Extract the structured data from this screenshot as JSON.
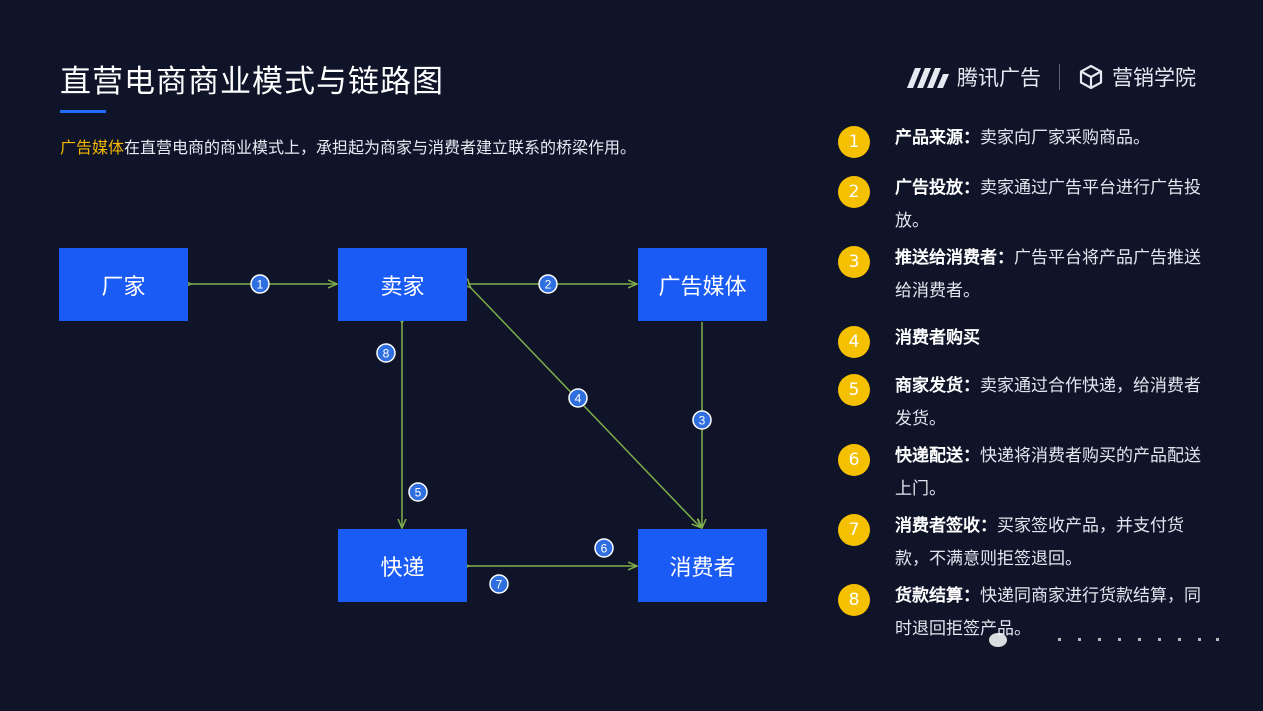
{
  "title": "直营电商商业模式与链路图",
  "logos": {
    "tencent_ads": "腾讯广告",
    "marketing_academy": "营销学院"
  },
  "subtitle": {
    "highlight": "广告媒体",
    "rest": "在直营电商的商业模式上，承担起为商家与消费者建立联系的桥梁作用。"
  },
  "nodes": {
    "manufacturer": "厂家",
    "seller": "卖家",
    "ad_media": "广告媒体",
    "courier": "快递",
    "consumer": "消费者"
  },
  "edge_labels": {
    "e1": "1",
    "e2": "2",
    "e3": "3",
    "e4": "4",
    "e5": "5",
    "e6": "6",
    "e7": "7",
    "e8": "8"
  },
  "steps": [
    {
      "num": "1",
      "title": "产品来源",
      "desc": "卖家向厂家采购商品。"
    },
    {
      "num": "2",
      "title": "广告投放",
      "desc": "卖家通过广告平台进行广告投放。"
    },
    {
      "num": "3",
      "title": "推送给消费者",
      "desc": "广告平台将产品广告推送给消费者。"
    },
    {
      "num": "4",
      "title": "消费者购买",
      "desc": ""
    },
    {
      "num": "5",
      "title": "商家发货",
      "desc": "卖家通过合作快递，给消费者发货。"
    },
    {
      "num": "6",
      "title": "快递配送",
      "desc": "快递将消费者购买的产品配送上门。"
    },
    {
      "num": "7",
      "title": "消费者签收",
      "desc": "买家签收产品，并支付货款，不满意则拒签退回。"
    },
    {
      "num": "8",
      "title": "货款结算",
      "desc": "快递同商家进行货款结算，同时退回拒签产品。"
    }
  ],
  "colors": {
    "background": "#0f1429",
    "node": "#1a5af5",
    "accent": "#f5b800",
    "arrow": "#7fae4a",
    "edge_badge": "#2f6fe0"
  }
}
